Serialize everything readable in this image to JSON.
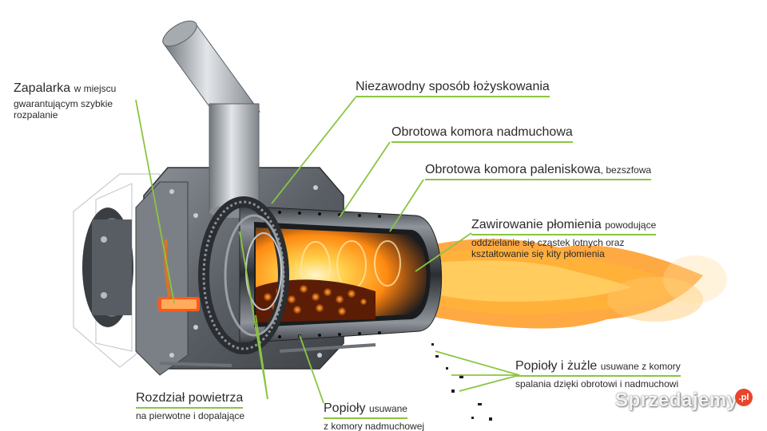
{
  "labels": {
    "igniter": {
      "title": "Zapalarka",
      "rest_inline": "w miejscu",
      "line2": "gwarantującym szybkie",
      "line3": "rozpalanie"
    },
    "bearing": {
      "title": "Niezawodny sposób łożyskowania"
    },
    "blow_chamber": {
      "title": "Obrotowa komora nadmuchowa"
    },
    "furnace_chamber": {
      "title": "Obrotowa komora paleniskowa",
      "suffix": ", bezszfowa"
    },
    "swirl": {
      "title": "Zawirowanie płomienia",
      "suffix": "powodujące",
      "line2": "oddzielanie się cząstek lotnych oraz",
      "line3": "kształtowanie się kity płomienia"
    },
    "ash_slag": {
      "title": "Popioły i żużle",
      "suffix": "usuwane z komory",
      "line2": "spalania dzięki  obrotowi i nadmuchowi"
    },
    "air_split": {
      "title": "Rozdział powietrza",
      "line2": "na pierwotne i dopalające"
    },
    "ash": {
      "title": "Popioły",
      "suffix": "usuwane",
      "line2": "z komory nadmuchowej"
    }
  },
  "watermark": {
    "text": "Sprzedajemy",
    "badge": ".pl"
  },
  "colors": {
    "leader_line": "#8bc540",
    "steel": "#9aa0a6",
    "dark_steel": "#4a4f55",
    "flame": "#ff8c1a"
  }
}
